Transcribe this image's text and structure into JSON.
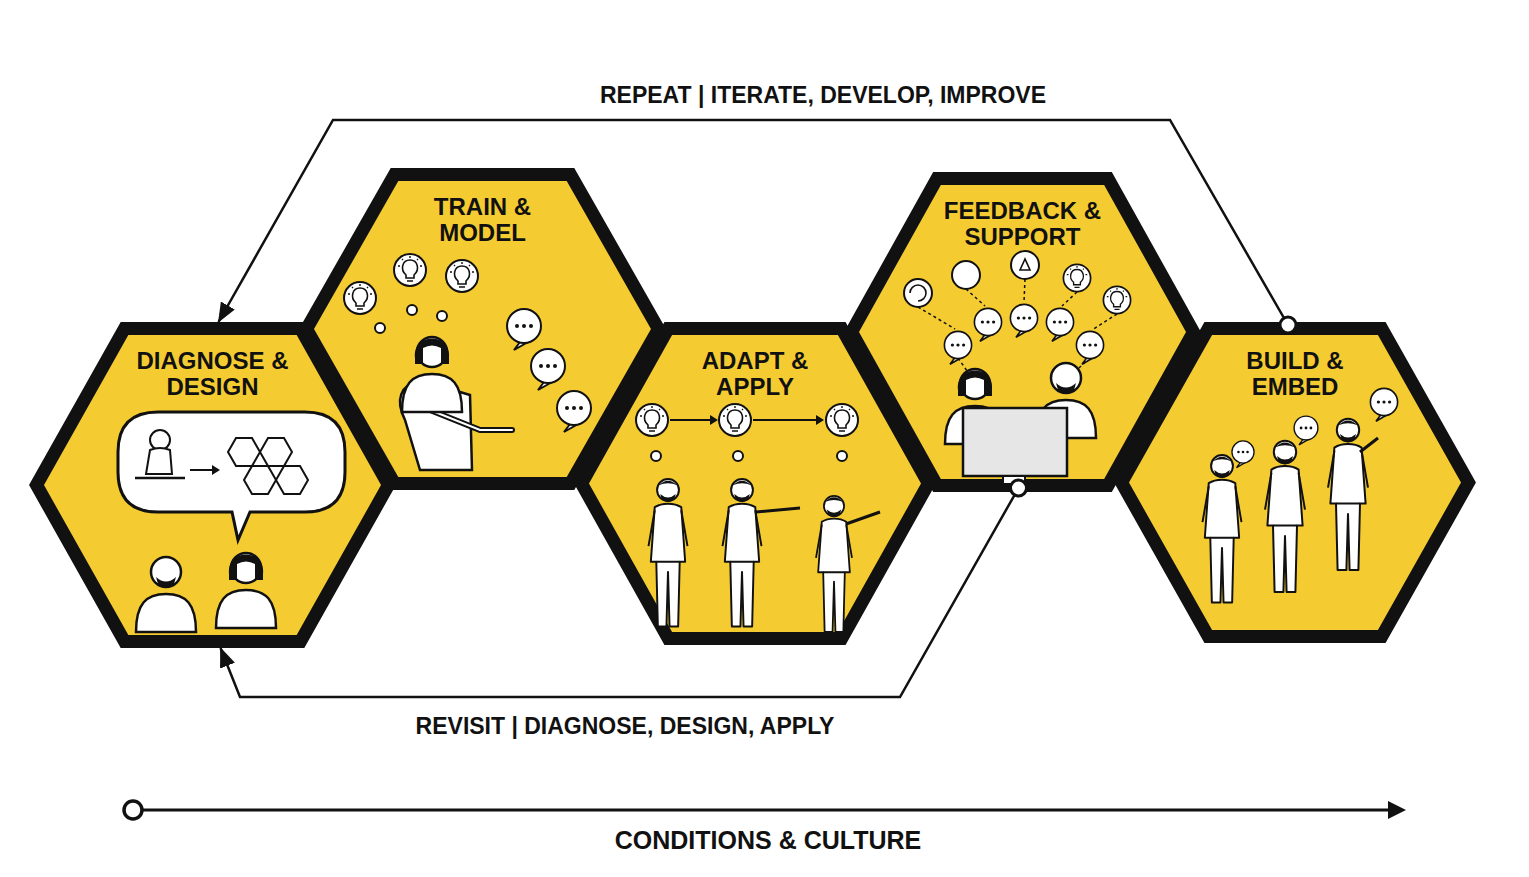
{
  "diagram": {
    "nodes": [
      {
        "text": [
          "DIAGNOSE & DESIGN"
        ]
      },
      {
        "text": [
          "TRAIN & MODEL"
        ]
      },
      {
        "text": [
          "ADAPT & APPLY"
        ]
      },
      {
        "text": [
          "FEEDBACK & SUPPORT"
        ]
      },
      {
        "text": [
          "BUILD & EMBED"
        ]
      }
    ],
    "edges": [
      {
        "from": 4,
        "to": 0,
        "arrow": "to",
        "label": "REPEAT | ITERATE, DEVELOP, IMPROVE"
      },
      {
        "from": 3,
        "to": 0,
        "arrow": "to",
        "label": "REVISIT | DIAGNOSE, DESIGN, APPLY"
      }
    ],
    "labels": [
      "CONDITIONS & CULTURE"
    ]
  }
}
